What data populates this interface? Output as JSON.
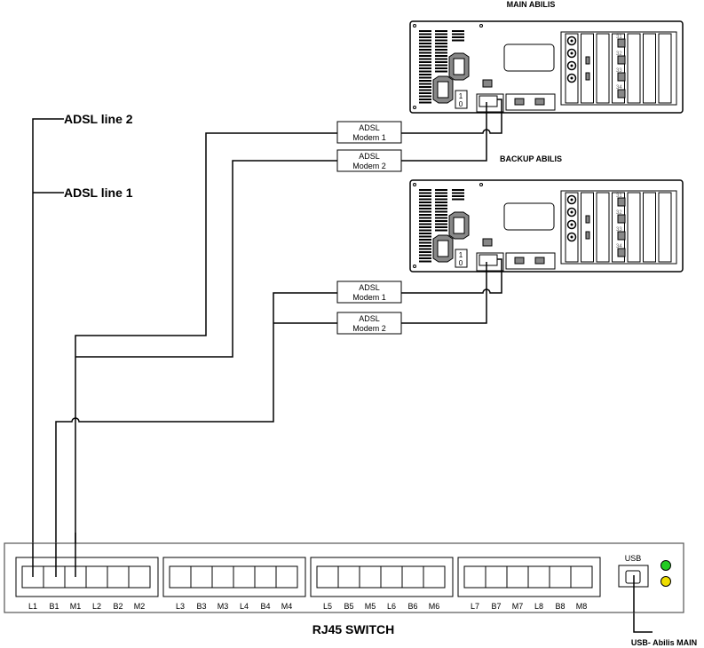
{
  "devices": {
    "main": {
      "title": "MAIN ABILIS",
      "switch_on": "1",
      "switch_off": "0",
      "ports": [
        "31",
        "32",
        "33",
        "34"
      ]
    },
    "backup": {
      "title": "BACKUP ABILIS",
      "switch_on": "1",
      "switch_off": "0",
      "ports": [
        "31",
        "32",
        "33",
        "34"
      ]
    }
  },
  "lines": {
    "line2": "ADSL line 2",
    "line1": "ADSL line 1"
  },
  "modems": {
    "main_1": {
      "l1": "ADSL",
      "l2": "Modem 1"
    },
    "main_2": {
      "l1": "ADSL",
      "l2": "Modem 2"
    },
    "backup_1": {
      "l1": "ADSL",
      "l2": "Modem 1"
    },
    "backup_2": {
      "l1": "ADSL",
      "l2": "Modem 2"
    }
  },
  "switch": {
    "title": "RJ45 SWITCH",
    "port_labels": [
      "L1",
      "B1",
      "M1",
      "L2",
      "B2",
      "M2",
      "L3",
      "B3",
      "M3",
      "L4",
      "B4",
      "M4",
      "L5",
      "B5",
      "M5",
      "L6",
      "B6",
      "M6",
      "L7",
      "B7",
      "M7",
      "L8",
      "B8",
      "M8"
    ],
    "usb_label": "USB",
    "usb_caption": "USB- Abilis MAIN",
    "led_colors": [
      "#22cc22",
      "#eedd00"
    ]
  }
}
